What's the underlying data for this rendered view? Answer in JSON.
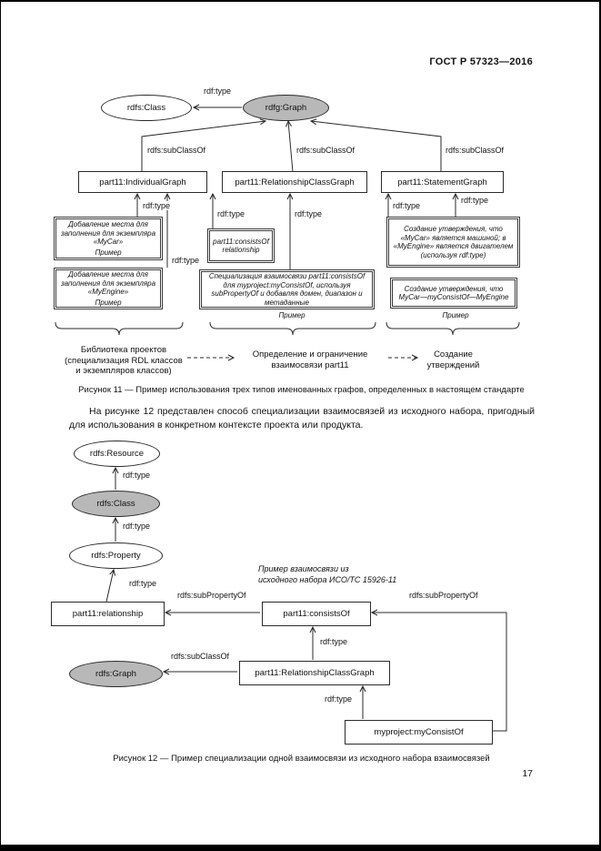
{
  "page": {
    "header": "ГОСТ Р 57323—2016",
    "page_number": "17",
    "paragraph": "На рисунке 12 представлен способ специализации взаимосвязей из исходного набора, пригодный для использования в конкретном контексте проекта или продукта."
  },
  "fig11": {
    "caption": "Рисунок 11 — Пример использования трех типов именованных графов, определенных в настоящем стандарте",
    "nodes": {
      "rdfs_class": "rdfs:Class",
      "rdfg_graph": "rdfg:Graph",
      "individual_graph": "part11:IndividualGraph",
      "relationship_class_graph": "part11:RelationshipClassGraph",
      "statement_graph": "part11:StatementGraph"
    },
    "edges": {
      "rdf_type": "rdf:type",
      "subclass": "rdfs:subClassOf"
    },
    "notes": {
      "mycar": "Добавление места для заполнения для экземпляра «MyCar»",
      "myengine": "Добавление места для заполнения для экземпляра «MyEngine»",
      "consists_of": "part11:consistsOf relationship",
      "specialization": "Специализация взаимосвязи part11:consistsOf для myproject:myConsistOf, используя subPropertyOf и добавляя домен, диапазон и метаданные",
      "statement1": "Создание утверждения, что «MyCar» является машиной; в «MyEngine» является двигателем (используя rdf:type)",
      "statement2": "Создание утверждения, что MyCar—myConsistOf—MyEngine",
      "primer": "Пример"
    },
    "groups": {
      "left": "Библиотека проектов\n(специализация RDL классов\nи экземпляров классов)",
      "mid": "Определение и ограничение\nвзаимосвязи part11",
      "right": "Создание\nутверждений"
    }
  },
  "fig12": {
    "caption": "Рисунок 12 — Пример специализации одной взаимосвязи из исходного набора взаимосвязей",
    "annotation": "Пример взаимосвязи из\nисходного набора ИСО/ТС 15926-11",
    "nodes": {
      "resource": "rdfs:Resource",
      "cls": "rdfs:Class",
      "property": "rdfs:Property",
      "graph": "rdfs:Graph",
      "relationship": "part11:relationship",
      "consists_of": "part11:consistsOf",
      "rel_class_graph": "part11:RelationshipClassGraph",
      "my_consist_of": "myproject:myConsistOf"
    },
    "edges": {
      "rdf_type": "rdf:type",
      "subproperty": "rdfs:subPropertyOf",
      "subclass": "rdfs:subClassOf"
    }
  }
}
